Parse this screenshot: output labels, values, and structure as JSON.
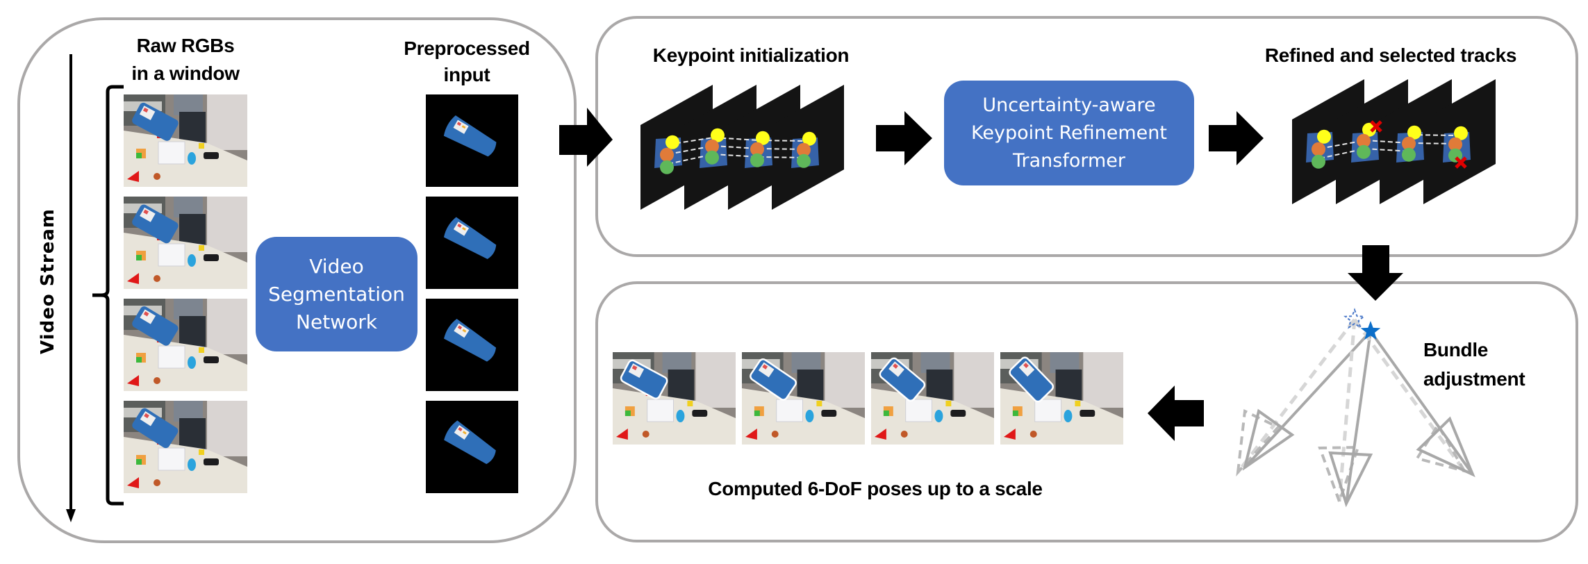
{
  "figure": {
    "left_panel": {
      "stream_label": "Video Stream",
      "raw_header": [
        "Raw RGBs",
        "in a window"
      ],
      "preprocessed_header": [
        "Preprocessed",
        "input"
      ],
      "segmentation_box": [
        "Video",
        "Segmentation",
        "Network"
      ],
      "raw_frame_count": 4,
      "preprocessed_frame_count": 4
    },
    "top_panel": {
      "keypoint_header": "Keypoint initialization",
      "refinement_box": [
        "Uncertainty-aware",
        "Keypoint Refinement",
        "Transformer"
      ],
      "refined_header": "Refined and selected tracks",
      "keypoint_colors": [
        "#ffff1a",
        "#e07b39",
        "#5fb85a"
      ],
      "rejected_marker_color": "#e00000"
    },
    "bottom_panel": {
      "bundle_label": [
        "Bundle",
        "adjustment"
      ],
      "poses_caption": "Computed 6-DoF poses up to a scale",
      "pose_frame_count": 4,
      "point_star_color": "#0b6ec9",
      "camera_color": "#a8a8a8"
    },
    "colors": {
      "panel_border": "#aaa8a8",
      "box_fill": "#4472c4",
      "object_blue": "#2f6fb8",
      "arrow": "#000000"
    }
  }
}
